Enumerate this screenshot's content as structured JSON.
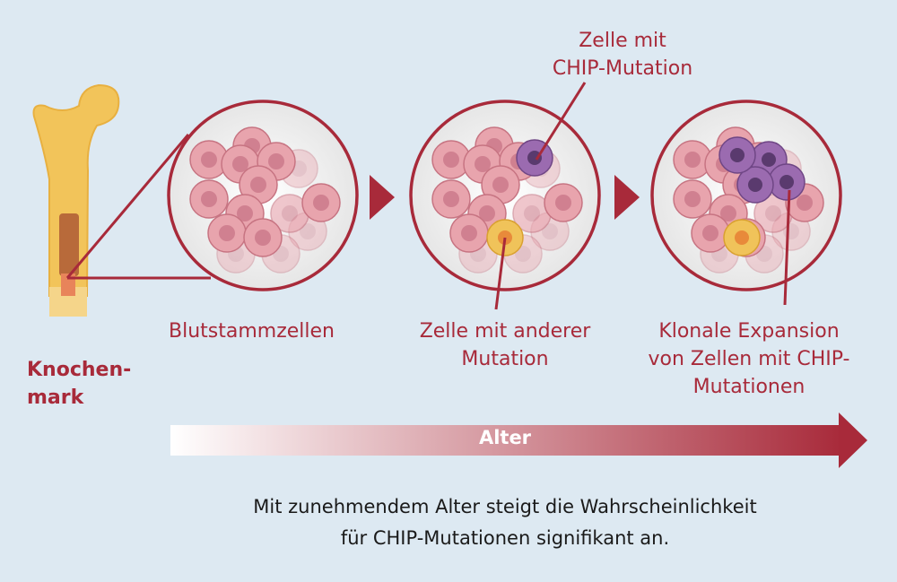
{
  "labels": {
    "chip_cell": [
      "Zelle mit",
      "CHIP-Mutation"
    ],
    "stem_cells": "Blutstammzellen",
    "other_mutation": [
      "Zelle mit anderer",
      "Mutation"
    ],
    "clonal_expansion": [
      "Klonale Expansion",
      "von Zellen mit CHIP-",
      "Mutationen"
    ],
    "bone_marrow": [
      "Knochen-",
      "mark"
    ]
  },
  "age_arrow_label": "Alter",
  "caption": [
    "Mit zunehmendem Alter steigt die Wahrscheinlichkeit",
    "für CHIP-Mutationen signifikant an."
  ],
  "colors": {
    "accent": "#a82a3a",
    "background": "#dde9f2",
    "cell": "#e8a4ad",
    "chip_cell": "#9b6bb0",
    "other_cell": "#f0c35a",
    "bone": "#f2c45a"
  }
}
